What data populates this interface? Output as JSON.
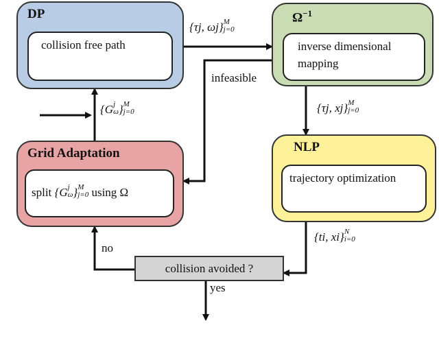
{
  "blocks": {
    "dp": {
      "title": "DP",
      "content": "collision free path",
      "color": "#b8cce6"
    },
    "omega_inv": {
      "title_base": "Ω",
      "title_sup": "−1",
      "content_line1": "inverse dimensional",
      "content_line2": "mapping",
      "color": "#c9dcb4"
    },
    "nlp": {
      "title": "NLP",
      "content": "trajectory optimization",
      "color": "#fdf19a"
    },
    "grid": {
      "title": "Grid Adaptation",
      "content_prefix": "split",
      "content_suffix": "using Ω",
      "color": "#e8a3a5"
    }
  },
  "decision": {
    "text": "collision avoided ?",
    "color": "#d4d4d4"
  },
  "edge_labels": {
    "dp_to_omega": {
      "text": "{τj, ωj}",
      "sup": "M",
      "sub": "j=0"
    },
    "omega_to_nlp": {
      "text": "{τj, xj}",
      "sup": "M",
      "sub": "j=0"
    },
    "nlp_to_decision": {
      "text": "{ti, xi}",
      "sup": "N",
      "sub": "i=0"
    },
    "grid_to_dp": {
      "text": "{G",
      "sup_inner": "j",
      "sub_inner": "ω",
      "sup": "M",
      "sub": "j=0"
    },
    "infeasible": "infeasible",
    "no": "no",
    "yes": "yes"
  }
}
